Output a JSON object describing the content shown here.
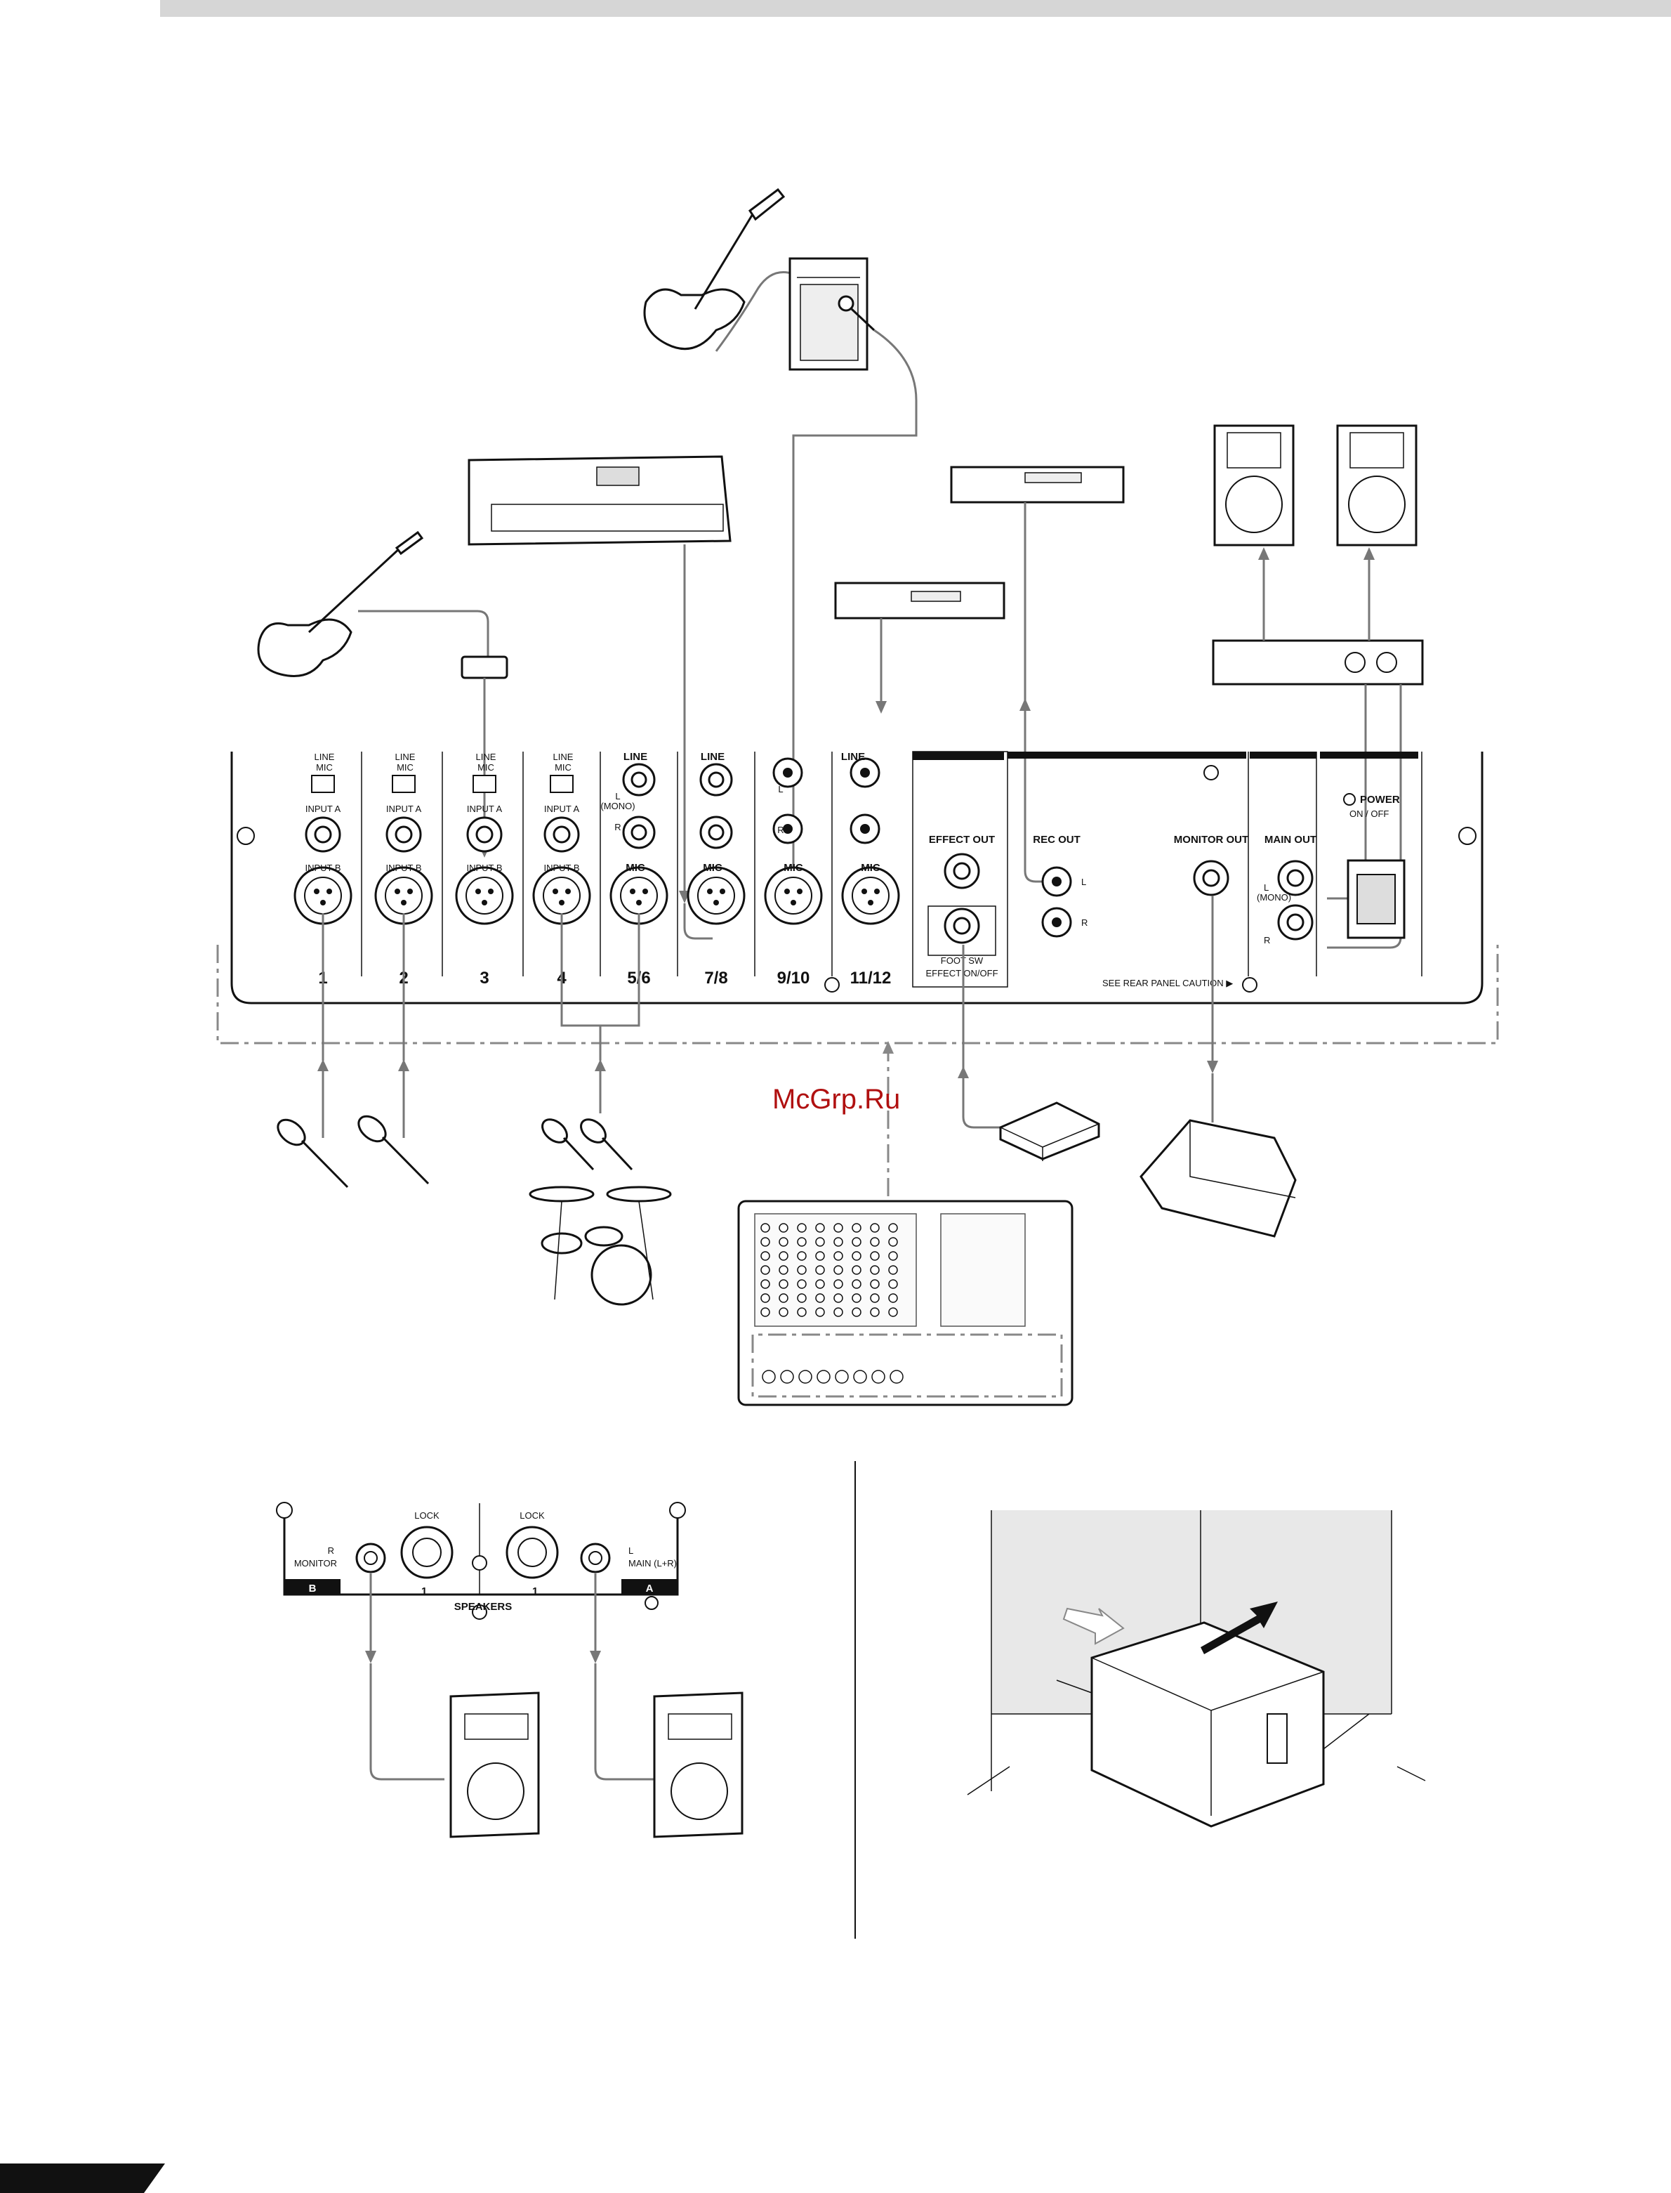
{
  "watermark": "McGrp.Ru",
  "channels": [
    "1",
    "2",
    "3",
    "4",
    "5/6",
    "7/8",
    "9/10",
    "11/12"
  ],
  "mono_labels": {
    "line_mic": [
      "LINE",
      "MIC"
    ],
    "input_a": "INPUT A",
    "input_b": "INPUT B"
  },
  "stereo_labels": {
    "line": "LINE",
    "mic": "MIC",
    "l_mono": "L",
    "mono": "(MONO)",
    "r": "R",
    "l": "L"
  },
  "section": {
    "effect_out": "EFFECT OUT",
    "foot_sw": "FOOT SW",
    "effect_on_off": "EFFECT ON/OFF",
    "rec_out": "REC OUT",
    "rec_l": "L",
    "rec_r": "R",
    "monitor_out": "MONITOR OUT",
    "main_out": "MAIN OUT",
    "main_l": "L",
    "main_mono": "(MONO)",
    "main_r": "R",
    "power": "POWER",
    "power_sub": "ON / OFF",
    "caution": "SEE REAR PANEL CAUTION ▶"
  },
  "speaker_panel": {
    "b_badge": "B",
    "a_badge": "A",
    "lock": "LOCK",
    "monitor_r": "R",
    "monitor": "MONITOR",
    "main_l": "L",
    "main": "MAIN (L+R)",
    "num_left": "1",
    "num_right": "1",
    "speakers": "SPEAKERS"
  },
  "colors": {
    "ink": "#111111",
    "line": "#777777",
    "accent": "#b01010",
    "shade": "#e8e8e8"
  }
}
